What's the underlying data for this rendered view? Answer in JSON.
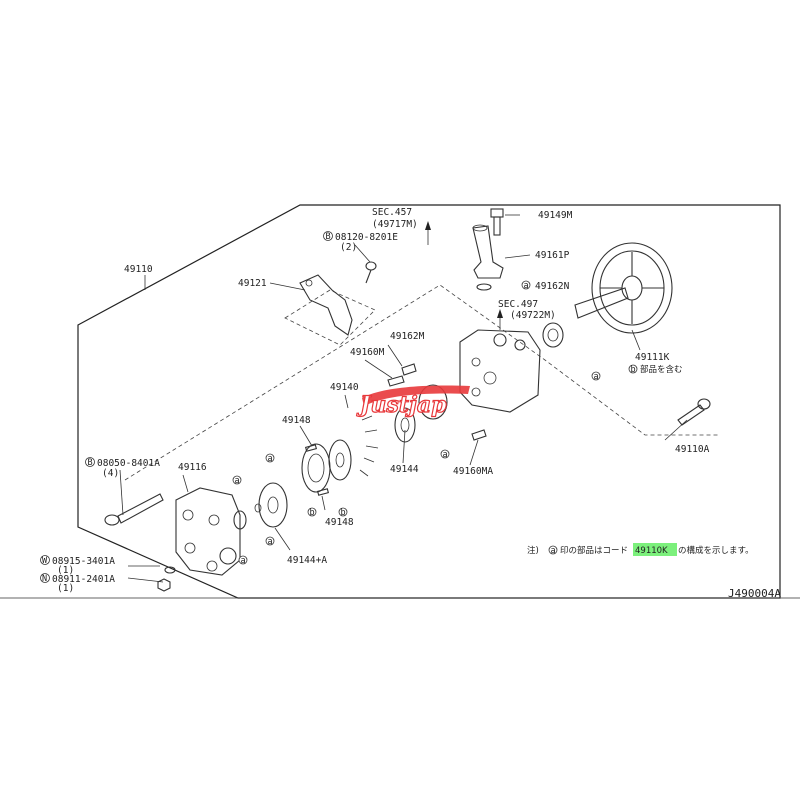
{
  "colors": {
    "highlight": "#7cf07c",
    "line": "#333333",
    "logo": "#e8383b"
  },
  "diagram_code": "J490004A",
  "callouts": {
    "p49110": "49110",
    "p49121": "49121",
    "b08120": "08120-8201E",
    "b08120_qty": "(2)",
    "sec457": "SEC.457",
    "sec457_ref": "(49717M)",
    "p49149M": "49149M",
    "p49161P": "49161P",
    "p49162N": "49162N",
    "sec497": "SEC.497",
    "sec497_ref": "(49722M)",
    "p49162M": "49162M",
    "p49160M": "49160M",
    "p49140": "49140",
    "p49111K": "49111K",
    "p49111K_note": "部品を含む",
    "p49148a": "49148",
    "p49148b": "49148",
    "p49144": "49144",
    "p49144A": "49144+A",
    "p49160MA": "49160MA",
    "p49110A": "49110A",
    "b08050": "08050-8401A",
    "b08050_qty": "(4)",
    "p49116": "49116",
    "w08915": "08915-3401A",
    "w08915_qty": "(1)",
    "n08911": "08911-2401A",
    "n08911_qty": "(1)"
  },
  "letters": {
    "b": "B",
    "w": "W",
    "n": "N",
    "a": "a",
    "b_small": "b"
  },
  "note": {
    "prefix": "注)",
    "mid": "印の部品はコード",
    "code": "49110K",
    "suffix": "の構成を示します。"
  },
  "watermark": "Justjap"
}
